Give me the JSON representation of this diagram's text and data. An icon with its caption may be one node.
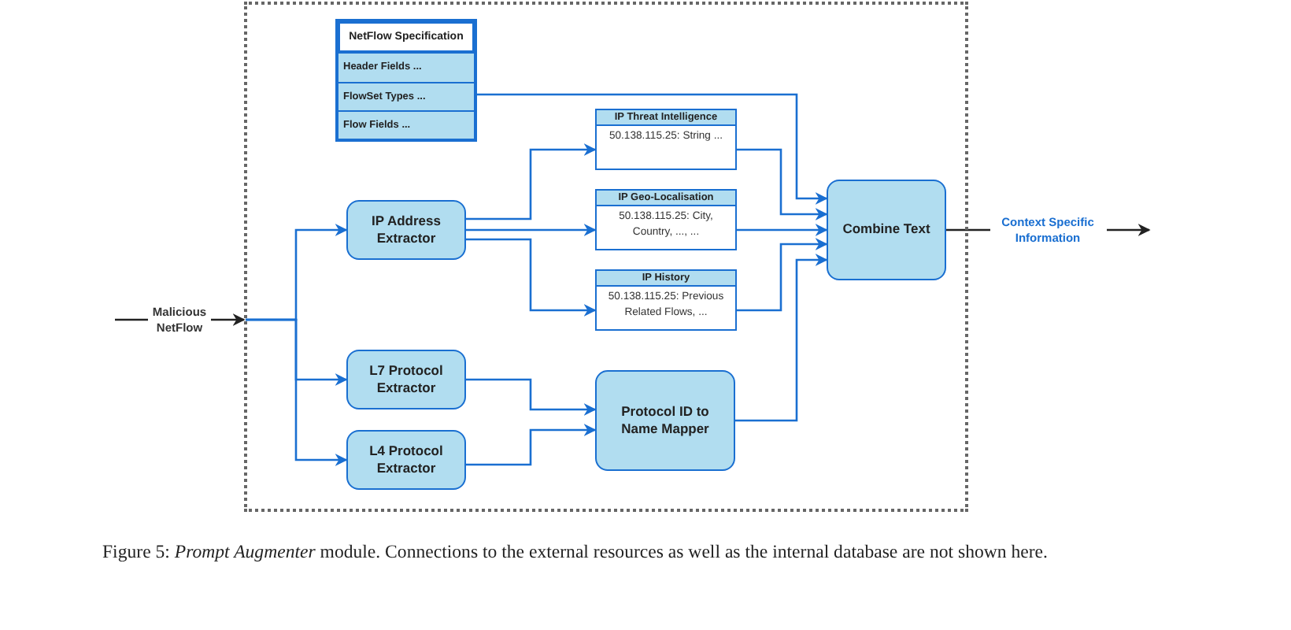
{
  "diagram": {
    "caption": "Figure 5: *Prompt Augmenter* module. Connections to the external resources as well as the internal database are not shown here.",
    "nodes": [
      {
        "text": [],
        "shape": "box"
      },
      {
        "text": [
          "NetFlow Specification",
          "Header Fields ...",
          "FlowSet Types ...",
          "Flow Fields ..."
        ],
        "in": 0
      },
      {
        "text": [
          "IP Address Extractor"
        ],
        "in": 0
      },
      {
        "text": [
          "L7 Protocol Extractor"
        ],
        "in": 0
      },
      {
        "text": [
          "L4 Protocol Extractor"
        ],
        "in": 0
      },
      {
        "text": [
          "IP Threat Intelligence",
          "50.138.115.25: String ..."
        ],
        "in": 0
      },
      {
        "text": [
          "IP Geo-Localisation",
          "50.138.115.25: City, Country, ..., ..."
        ],
        "in": 0
      },
      {
        "text": [
          "IP History",
          "50.138.115.25: Previous Related Flows, ..."
        ],
        "in": 0
      },
      {
        "text": [
          "Protocol ID to Name Mapper"
        ],
        "in": 0
      },
      {
        "text": [
          "Combine Text"
        ],
        "in": 0
      }
    ],
    "edges": [
      {
        "from": null,
        "to": 0,
        "arrow": "to",
        "label": "Malicious NetFlow",
        "color": "#222222"
      },
      {
        "from": 0,
        "to": 2,
        "arrow": "to"
      },
      {
        "from": 0,
        "to": 3,
        "arrow": "to"
      },
      {
        "from": 0,
        "to": 4,
        "arrow": "to"
      },
      {
        "from": 1,
        "to": 9,
        "arrow": "to"
      },
      {
        "from": 2,
        "to": 5,
        "arrow": "to"
      },
      {
        "from": 2,
        "to": 6,
        "arrow": "to"
      },
      {
        "from": 2,
        "to": 7,
        "arrow": "to"
      },
      {
        "from": 5,
        "to": 9,
        "arrow": "to"
      },
      {
        "from": 6,
        "to": 9,
        "arrow": "to"
      },
      {
        "from": 7,
        "to": 9,
        "arrow": "to"
      },
      {
        "from": 3,
        "to": 8,
        "arrow": "to"
      },
      {
        "from": 4,
        "to": 8,
        "arrow": "to"
      },
      {
        "from": 8,
        "to": 9,
        "arrow": "to"
      },
      {
        "from": 9,
        "to": null,
        "arrow": "to",
        "label": "Context Specific Information",
        "color": "#222222"
      }
    ]
  }
}
